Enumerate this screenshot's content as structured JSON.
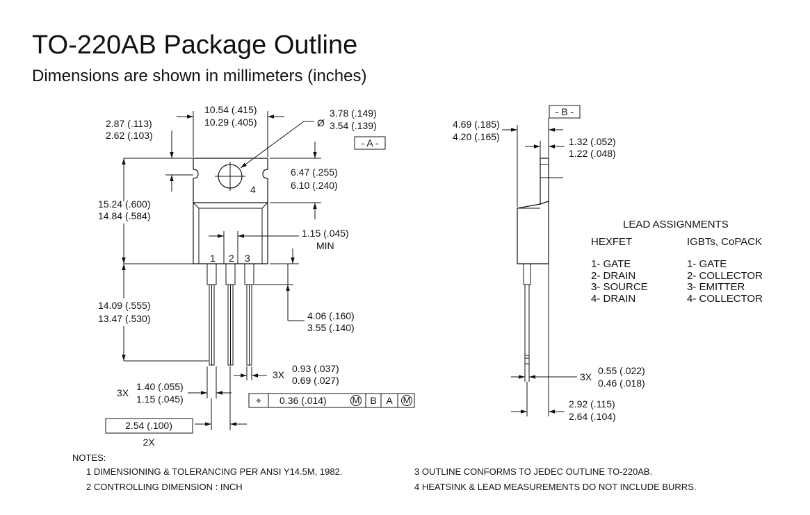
{
  "title": "TO-220AB Package Outline",
  "subtitle": "Dimensions are shown in millimeters (inches)",
  "front_view": {
    "dim_width": [
      "10.54 (.415)",
      "10.29 (.405)"
    ],
    "dim_tab": [
      "2.87 (.113)",
      "2.62 (.103)"
    ],
    "dim_hole_diameter_symbol": "Ø",
    "dim_hole": [
      "3.78 (.149)",
      "3.54 (.139)"
    ],
    "datum_a": "- A -",
    "dim_tab_height": [
      "6.47 (.255)",
      "6.10 (.240)"
    ],
    "pin4": "4",
    "dim_body_height": [
      "15.24 (.600)",
      "14.84 (.584)"
    ],
    "dim_lead_min": [
      "1.15 (.045)",
      "MIN"
    ],
    "pin_numbers": [
      "1",
      "2",
      "3"
    ],
    "dim_lead_length": [
      "14.09 (.555)",
      "13.47 (.530)"
    ],
    "dim_lead_shoulder": [
      "4.06 (.160)",
      "3.55 (.140)"
    ],
    "dim_lead_width_count": "3X",
    "dim_lead_width": [
      "0.93 (.037)",
      "0.69 (.027)"
    ],
    "dim_lead_pitch_count": "3X",
    "dim_lead_pitch": [
      "1.40 (.055)",
      "1.15 (.045)"
    ],
    "tolerance_frame": [
      "⌖",
      "0.36 (.014)",
      "M",
      "B",
      "A",
      "M"
    ],
    "dim_spacing": "2.54 (.100)",
    "dim_spacing_count": "2X"
  },
  "side_view": {
    "datum_b": "- B -",
    "dim_thickness": [
      "4.69 (.185)",
      "4.20 (.165)"
    ],
    "dim_tab_thickness": [
      "1.32 (.052)",
      "1.22 (.048)"
    ],
    "dim_lead_thickness_count": "3X",
    "dim_lead_thickness": [
      "0.55 (.022)",
      "0.46 (.018)"
    ],
    "dim_offset": [
      "2.92 (.115)",
      "2.64 (.104)"
    ]
  },
  "lead_assignments": {
    "title": "LEAD ASSIGNMENTS",
    "columns": [
      {
        "header": "HEXFET",
        "items": [
          "1- GATE",
          "2- DRAIN",
          "3- SOURCE",
          "4- DRAIN"
        ]
      },
      {
        "header": "IGBTs, CoPACK",
        "items": [
          "1- GATE",
          "2- COLLECTOR",
          "3- EMITTER",
          "4- COLLECTOR"
        ]
      }
    ]
  },
  "notes": {
    "title": "NOTES:",
    "items": [
      "1  DIMENSIONING & TOLERANCING PER ANSI Y14.5M, 1982.",
      "2  CONTROLLING DIMENSION : INCH",
      "3  OUTLINE CONFORMS TO JEDEC OUTLINE TO-220AB.",
      "4  HEATSINK & LEAD MEASUREMENTS DO NOT INCLUDE BURRS."
    ]
  }
}
